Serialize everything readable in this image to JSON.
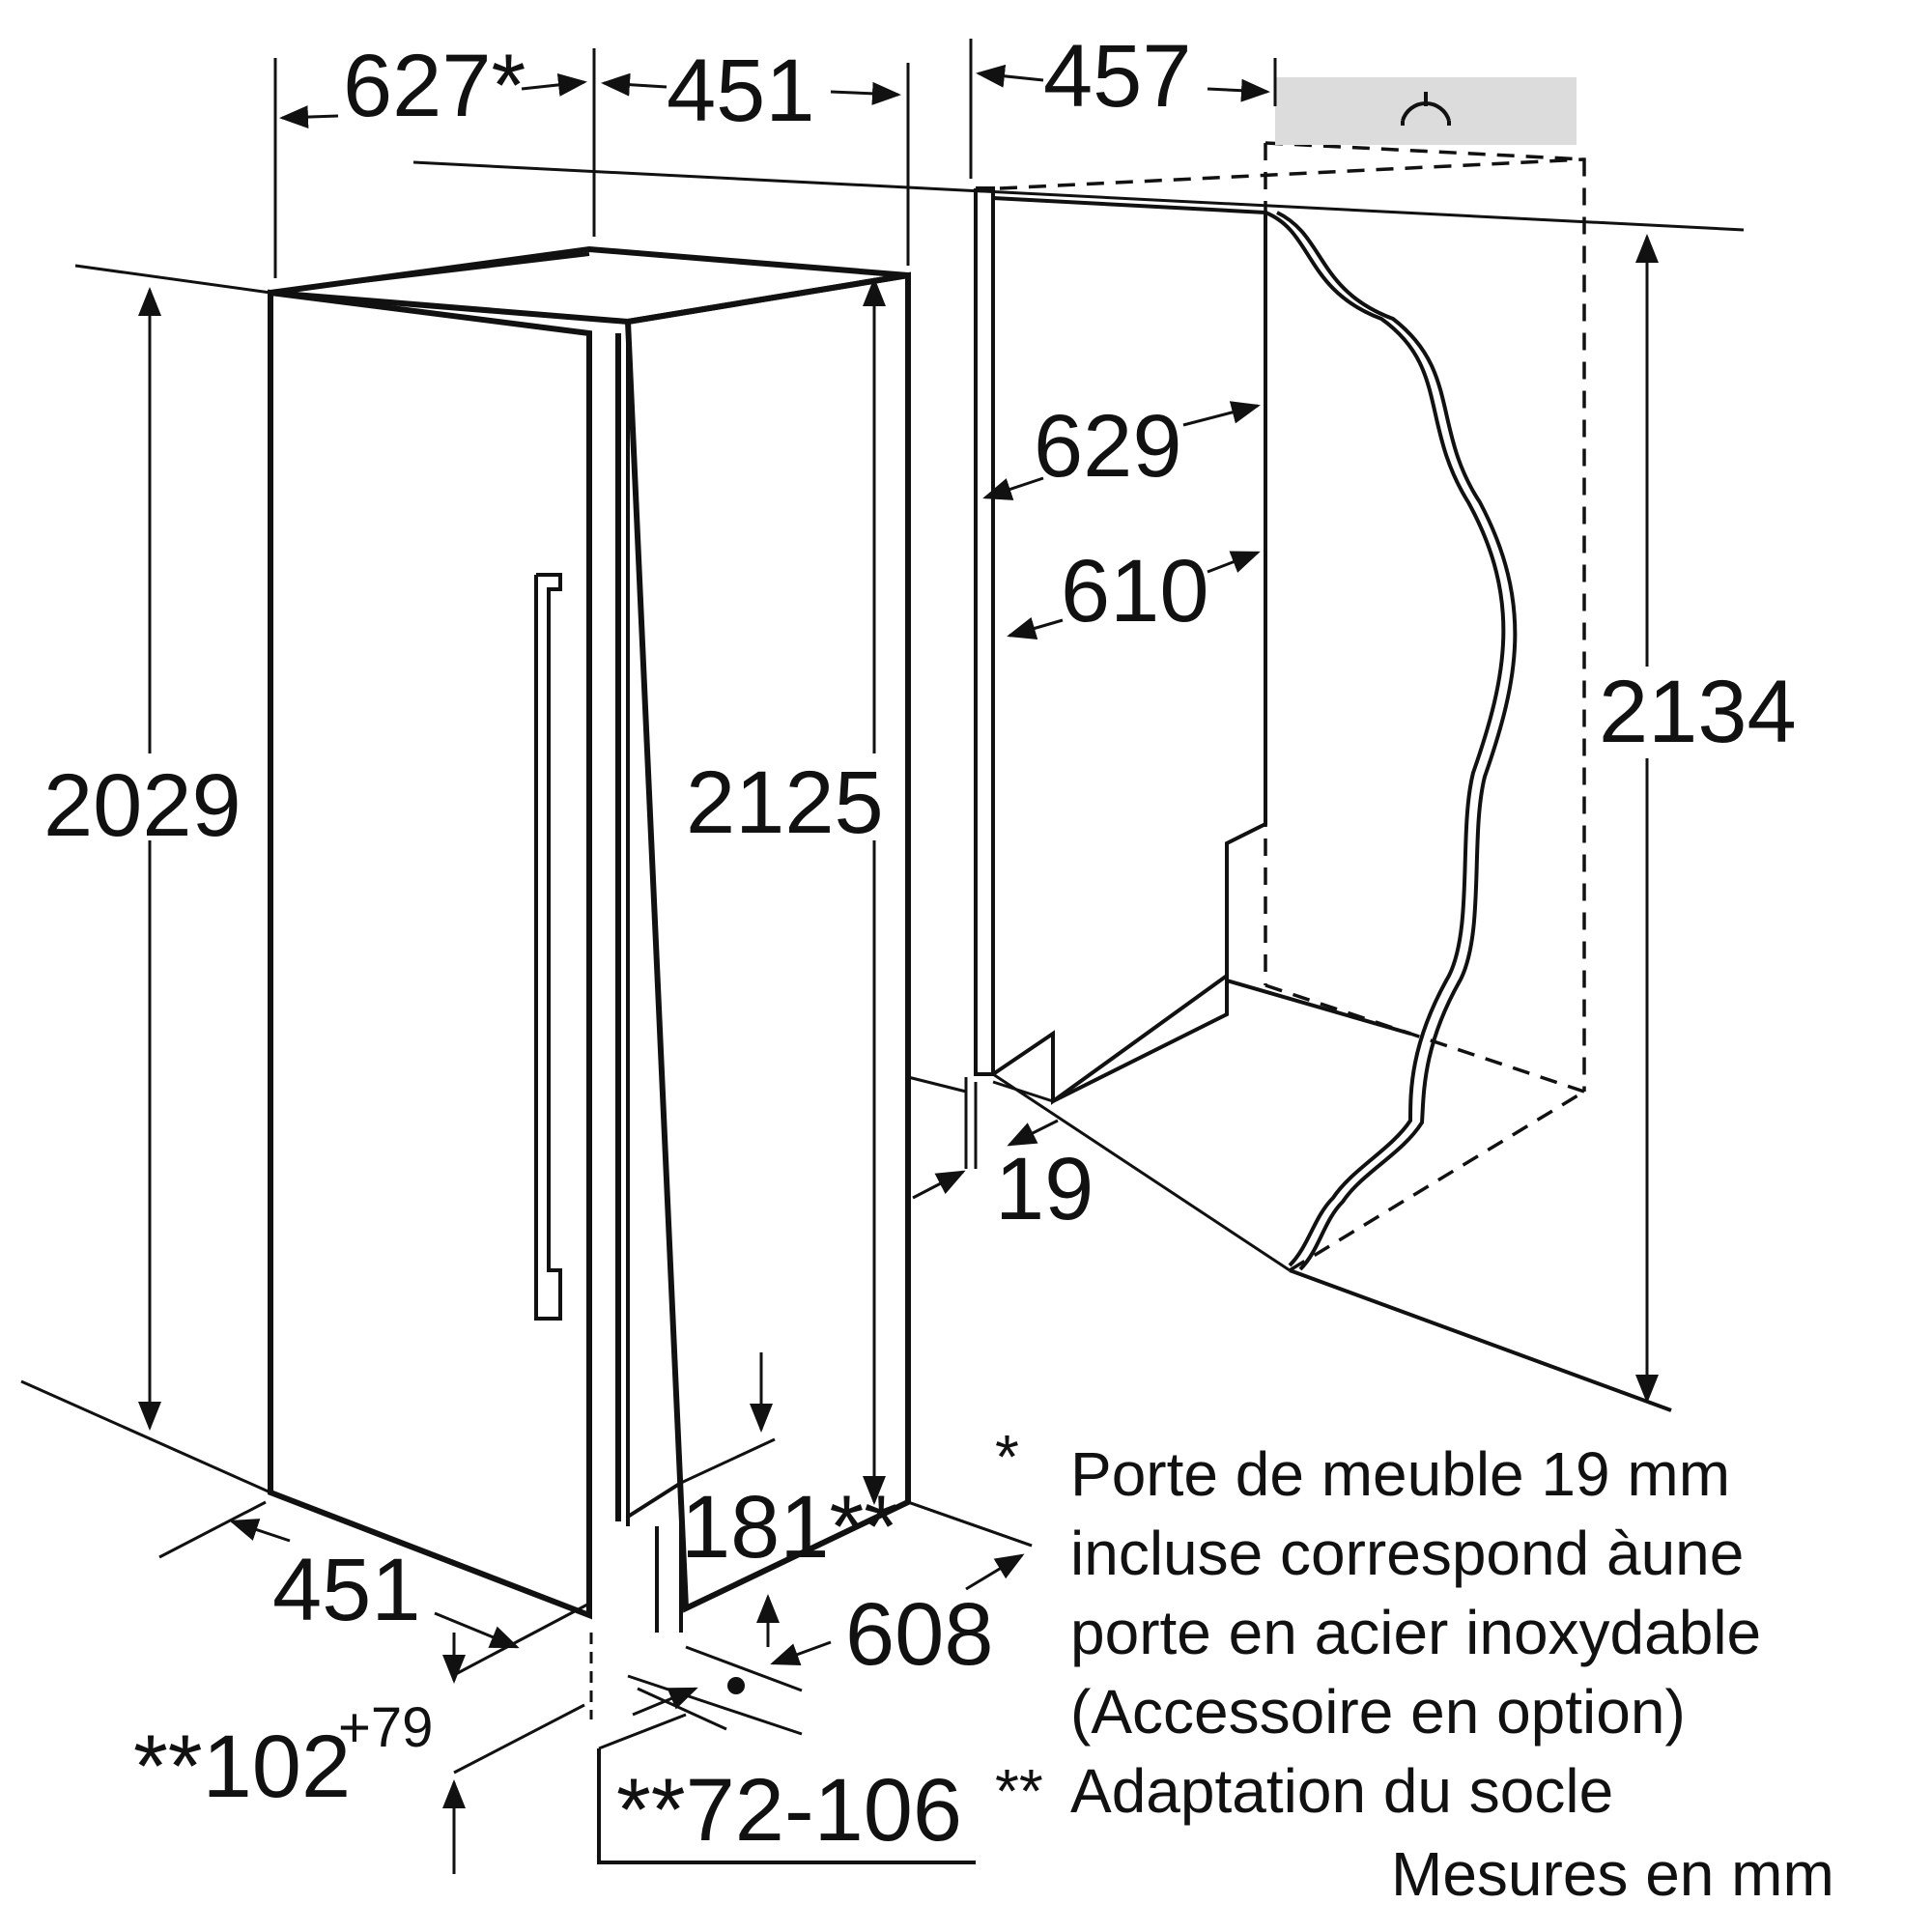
{
  "dimensions": {
    "top_depth_with_door": "627*",
    "top_width": "451",
    "niche_width": "457",
    "height_unit": "2029",
    "height_with_door": "2125",
    "niche_height": "2134",
    "niche_depth_a": "629",
    "niche_depth_b": "610",
    "door_thickness": "19",
    "bottom_width": "451",
    "bottom_depth": "608",
    "vent_height": "181**",
    "plinth_height_base": "**102",
    "plinth_height_sup": "+79",
    "plinth_range": "**72-106"
  },
  "notes": {
    "star1_marker": "*",
    "star1_line1": "Porte de meuble 19 mm",
    "star1_line2": "incluse correspond àune",
    "star1_line3": "porte en acier inoxydable",
    "star1_line4": "(Accessoire en option)",
    "star2_marker": "**",
    "star2_line1": "Adaptation du socle",
    "units": "Mesures en mm"
  },
  "icons": {
    "niche_top": "power-outlet-icon"
  },
  "colors": {
    "outlet_box": "#dcdcdc",
    "ink": "#111111"
  }
}
